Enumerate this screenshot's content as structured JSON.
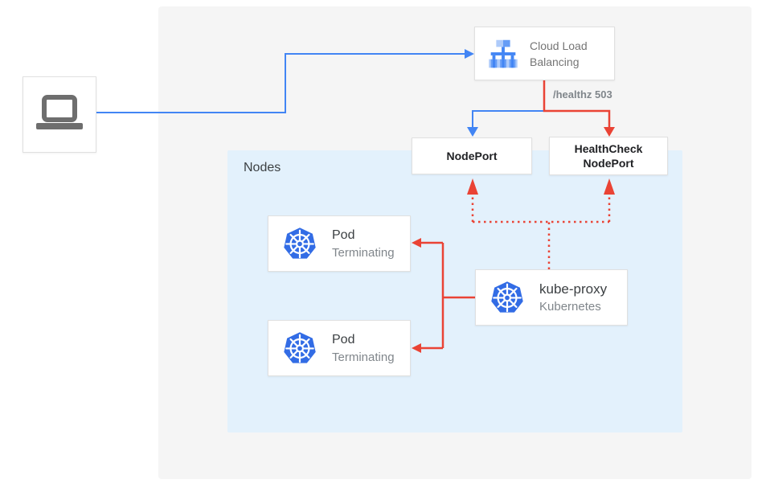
{
  "colors": {
    "blue": "#4285F4",
    "red": "#EA4335",
    "nodes_bg": "#E3F1FC",
    "canvas_bg": "#F5F5F5",
    "k8s_blue": "#326CE5",
    "lb_light": "#AECBFA",
    "lb_mid": "#669DF6",
    "lb_dark": "#4285F4",
    "laptop_gray": "#6E6E6E"
  },
  "diagram": {
    "nodes_label": "Nodes",
    "healthz_label": "/healthz 503",
    "cloud_lb": {
      "line1": "Cloud Load",
      "line2": "Balancing"
    },
    "nodeport_label": "NodePort",
    "healthcheck": {
      "line1": "HealthCheck",
      "line2": "NodePort"
    },
    "pod1": {
      "title": "Pod",
      "status": "Terminating"
    },
    "pod2": {
      "title": "Pod",
      "status": "Terminating"
    },
    "kube_proxy": {
      "title": "kube-proxy",
      "subtitle": "Kubernetes"
    }
  }
}
